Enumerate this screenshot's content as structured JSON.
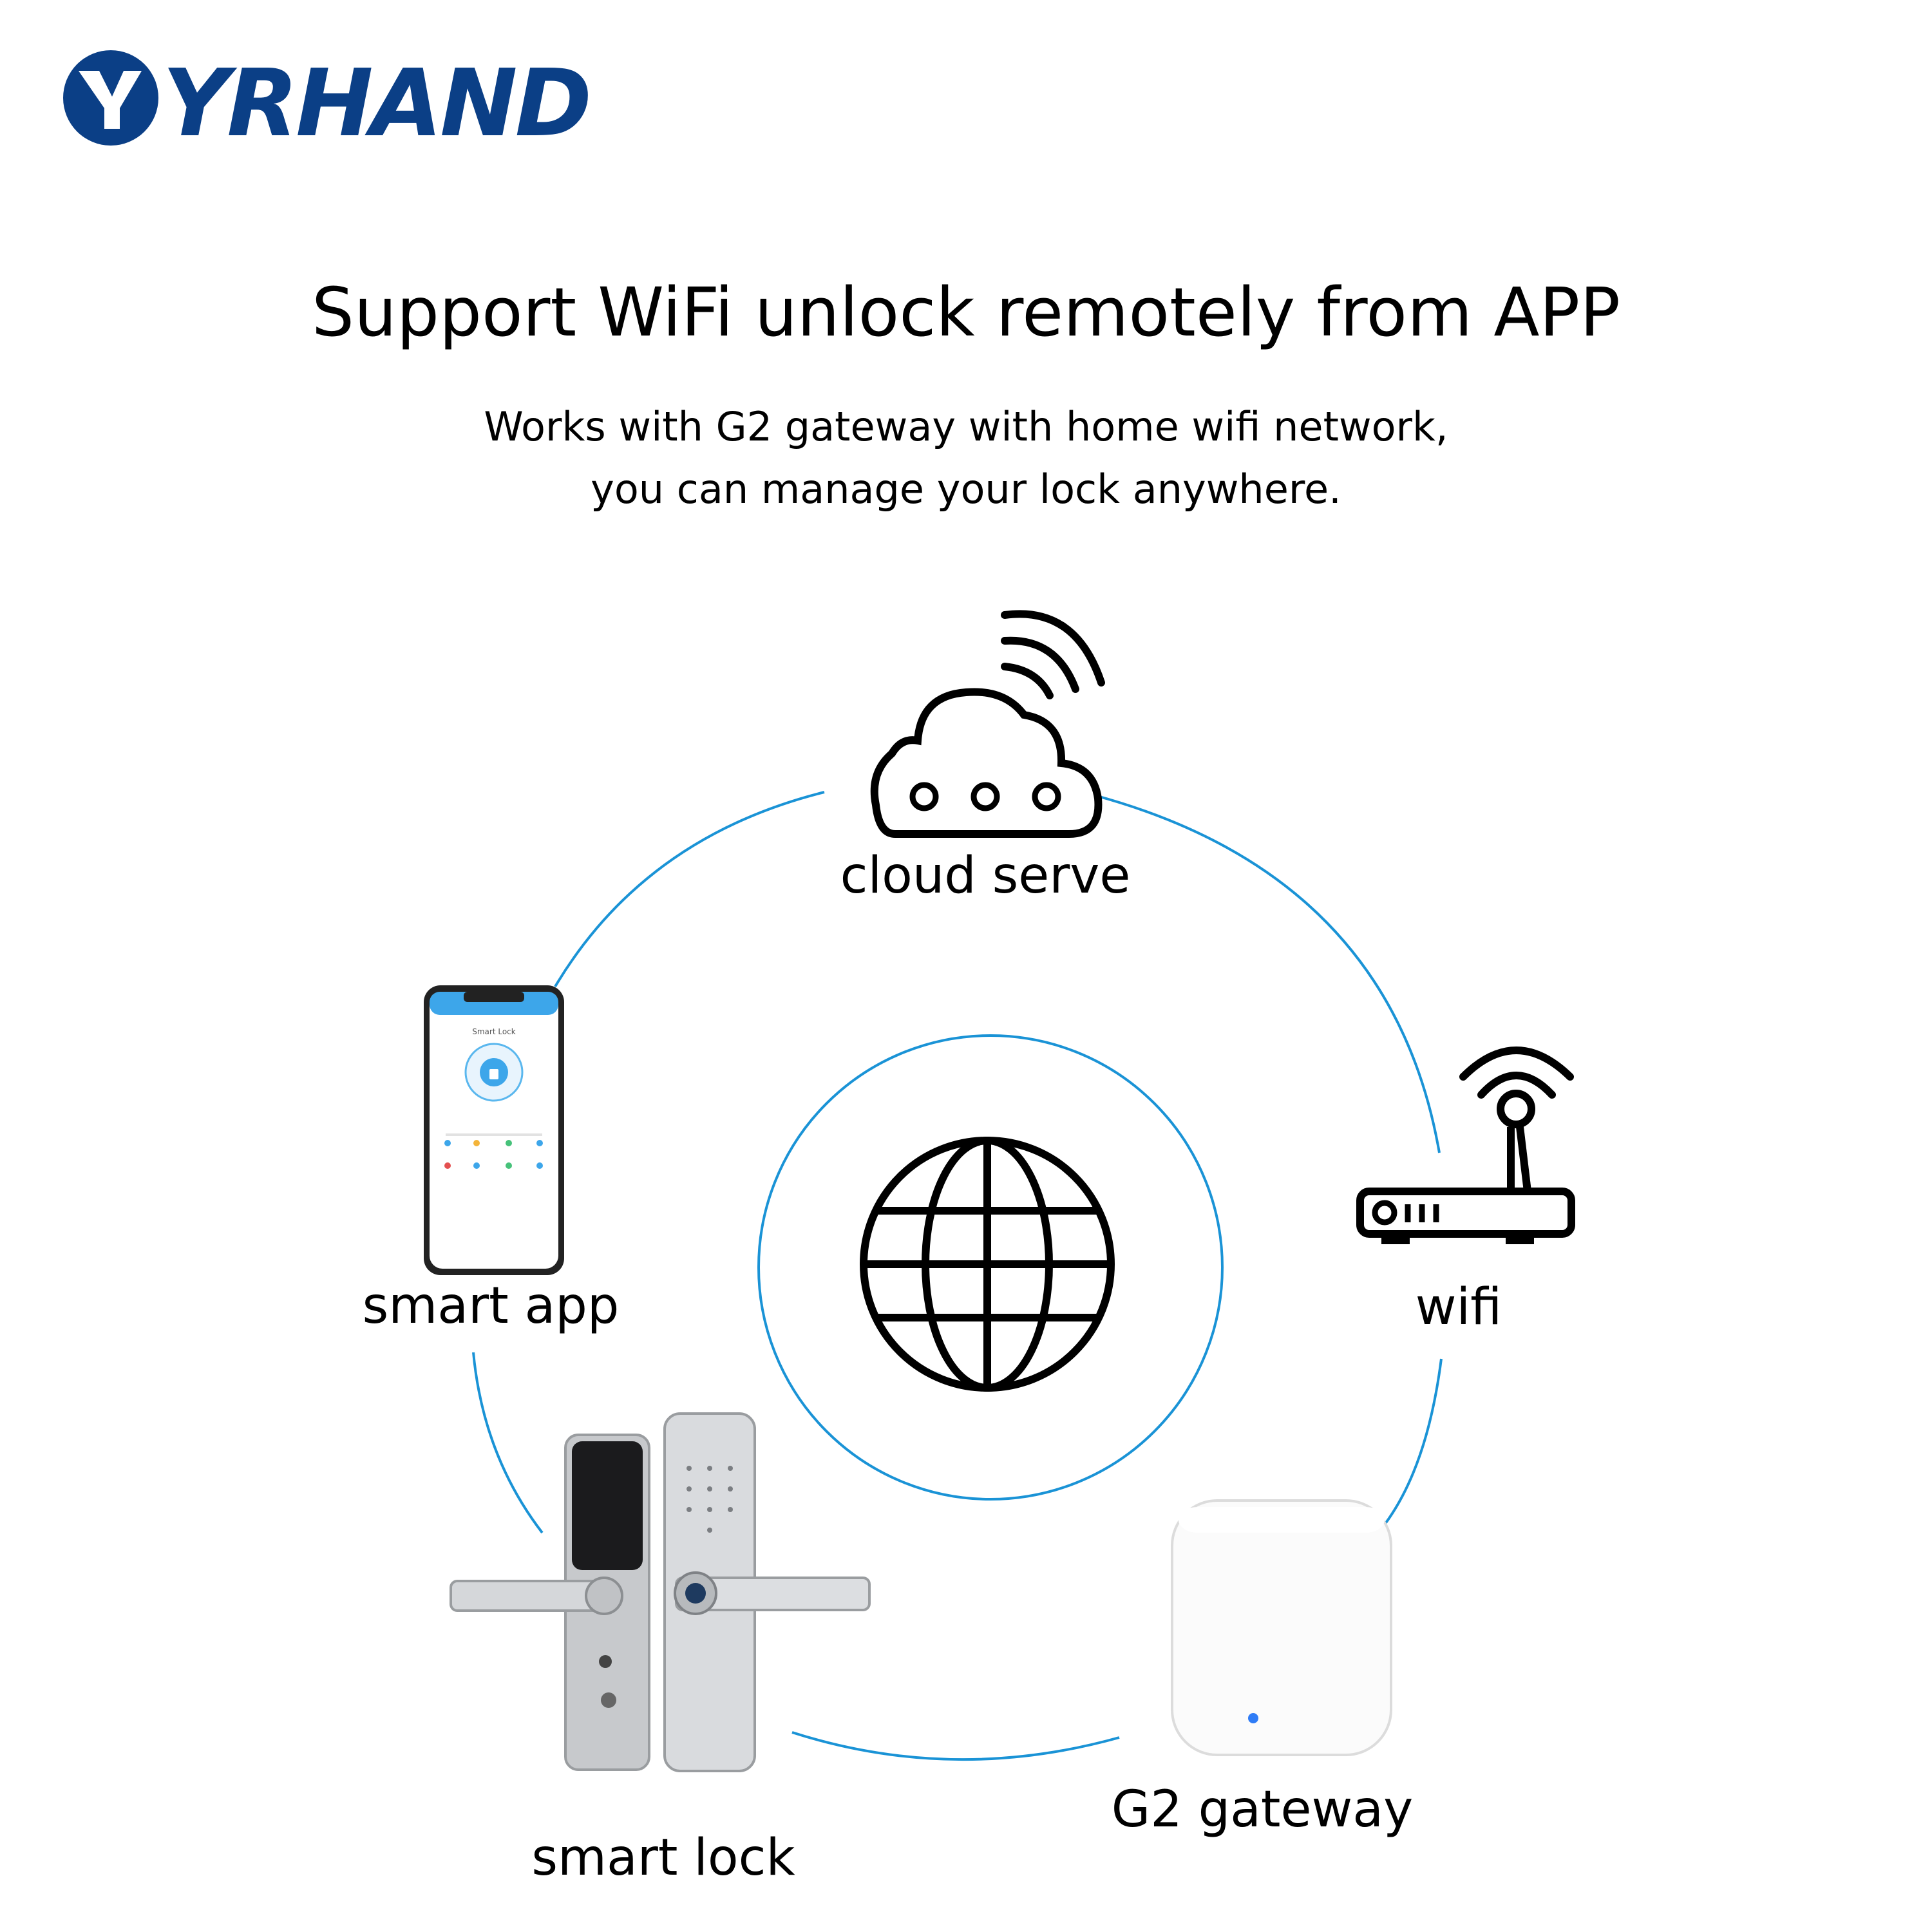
{
  "brand": {
    "name": "YRHAND",
    "color": "#0b3f86"
  },
  "header": {
    "title": "Support WiFi unlock remotely from APP",
    "subtitle_line1": "Works with G2 gateway with home wifi network,",
    "subtitle_line2": "you can manage your lock anywhere."
  },
  "diagram": {
    "ring_color": "#1a93d6",
    "nodes": [
      {
        "id": "cloud",
        "label": "cloud serve",
        "icon": "cloud-icon"
      },
      {
        "id": "wifi",
        "label": "wifi",
        "icon": "router-icon"
      },
      {
        "id": "gateway",
        "label": "G2 gateway",
        "icon": "gateway-device"
      },
      {
        "id": "lock",
        "label": "smart lock",
        "icon": "door-lock"
      },
      {
        "id": "app",
        "label": "smart app",
        "icon": "smartphone"
      }
    ],
    "center_icon": "globe-icon",
    "phone_screen": {
      "header": "Smart Lock"
    }
  }
}
